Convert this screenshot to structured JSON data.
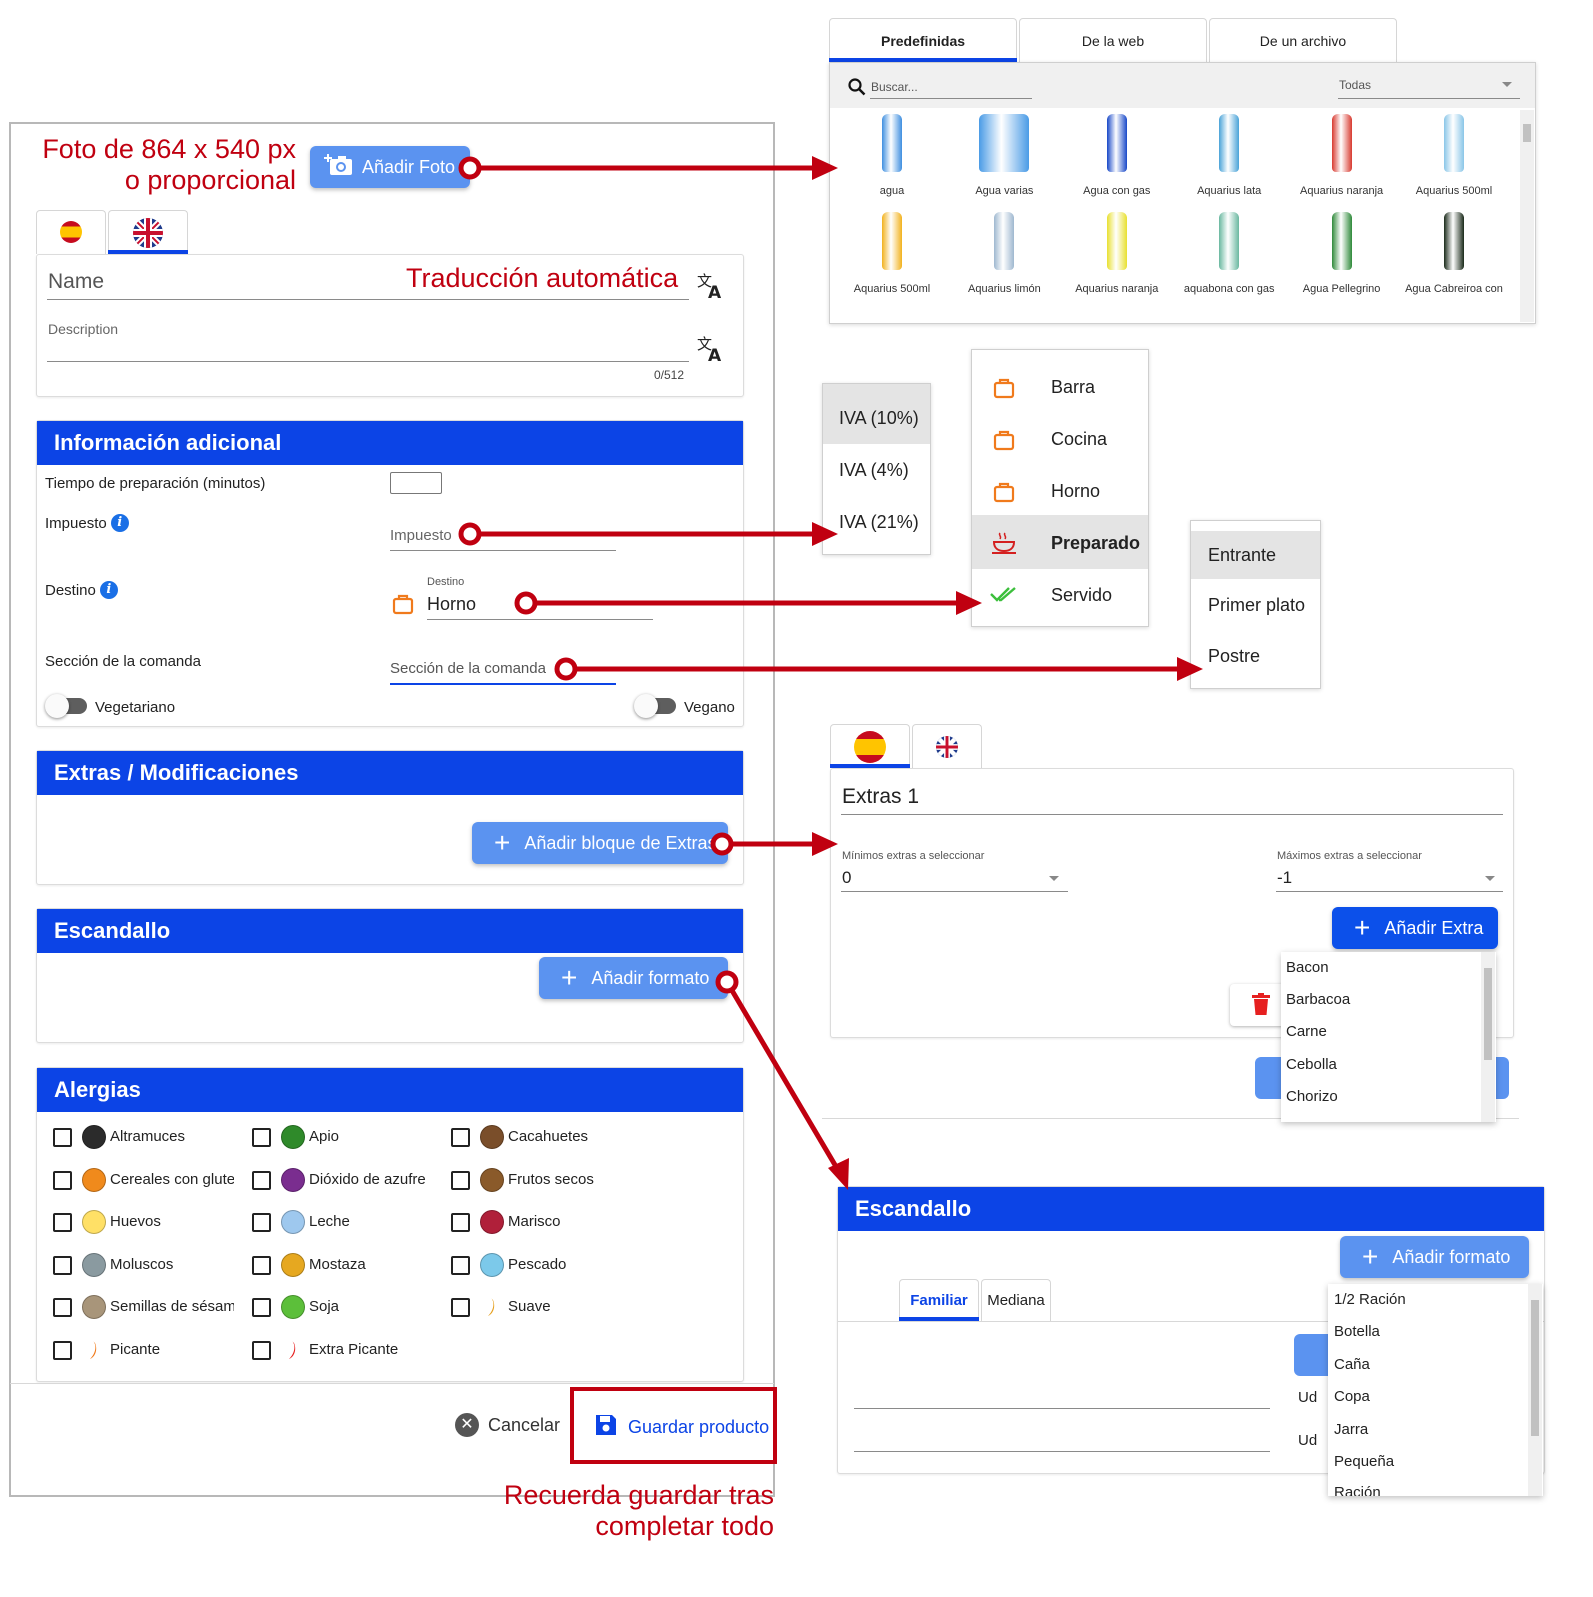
{
  "annotations": {
    "photo_line1": "Foto de 864 x 540 px",
    "photo_line2": "o proporcional",
    "auto_translate": "Traducción automática",
    "save_reminder_1": "Recuerda guardar tras",
    "save_reminder_2": "completar todo"
  },
  "colors": {
    "primary": "#0c44e6",
    "button": "#5b93f0",
    "annotation": "#c00010",
    "arrow": "#c00010"
  },
  "product_form": {
    "add_photo_label": "Añadir Foto",
    "name_placeholder": "Name",
    "description_placeholder": "Description",
    "char_count": "0/512",
    "info_section": {
      "title": "Información adicional",
      "prep_time_label": "Tiempo de preparación (minutos)",
      "tax_label": "Impuesto",
      "tax_placeholder": "Impuesto",
      "destination_label": "Destino",
      "destination_float": "Destino",
      "destination_value": "Horno",
      "order_section_label": "Sección de la comanda",
      "order_section_placeholder": "Sección de la comanda",
      "vegetarian_label": "Vegetariano",
      "vegan_label": "Vegano"
    },
    "extras_section": {
      "title": "Extras / Modificaciones",
      "add_button": "Añadir bloque de Extras"
    },
    "escandallo_section": {
      "title": "Escandallo",
      "add_button": "Añadir formato"
    },
    "allergens_section": {
      "title": "Alergias",
      "items": [
        {
          "label": "Altramuces",
          "color": "#2b2b2b"
        },
        {
          "label": "Apio",
          "color": "#2f8a2a"
        },
        {
          "label": "Cacahuetes",
          "color": "#7a4e2a"
        },
        {
          "label": "Cereales con glute",
          "color": "#f08a1c"
        },
        {
          "label": "Dióxido de azufre",
          "color": "#7a2d8f"
        },
        {
          "label": "Frutos secos",
          "color": "#8a5a2a"
        },
        {
          "label": "Huevos",
          "color": "#ffe066"
        },
        {
          "label": "Leche",
          "color": "#9ec8ee"
        },
        {
          "label": "Marisco",
          "color": "#b0203a"
        },
        {
          "label": "Moluscos",
          "color": "#8a9aa0"
        },
        {
          "label": "Mostaza",
          "color": "#e6a820"
        },
        {
          "label": "Pescado",
          "color": "#7cc9ea"
        },
        {
          "label": "Semillas de sésam",
          "color": "#a8957a"
        },
        {
          "label": "Soja",
          "color": "#5cbf3a"
        },
        {
          "label": "Suave",
          "color": "#e6a020"
        },
        {
          "label": "Picante",
          "color": "#f07a1c"
        },
        {
          "label": "Extra Picante",
          "color": "#e62020"
        }
      ]
    },
    "cancel_label": "Cancelar",
    "save_label": "Guardar producto"
  },
  "image_picker": {
    "tabs": [
      "Predefinidas",
      "De la web",
      "De un archivo"
    ],
    "search_placeholder": "Buscar...",
    "filter_value": "Todas",
    "products": [
      "agua",
      "Agua varias",
      "Agua con gas",
      "Aquarius lata",
      "Aquarius naranja",
      "Aquarius 500ml",
      "Aquarius 500ml",
      "Aquarius limón",
      "Aquarius naranja",
      "aquabona con gas",
      "Agua Pellegrino",
      "Agua Cabreiroa con"
    ]
  },
  "tax_menu": [
    "IVA (10%)",
    "IVA (4%)",
    "IVA (21%)"
  ],
  "destination_menu": [
    "Barra",
    "Cocina",
    "Horno",
    "Preparado",
    "Servido"
  ],
  "section_menu": [
    "Entrante",
    "Primer plato",
    "Postre"
  ],
  "extras_editor": {
    "title": "Extras 1",
    "min_label": "Mínimos extras a seleccionar",
    "min_value": "0",
    "max_label": "Máximos extras a seleccionar",
    "max_value": "-1",
    "add_extra": "Añadir Extra",
    "options": [
      "Bacon",
      "Barbacoa",
      "Carne",
      "Cebolla",
      "Chorizo"
    ]
  },
  "escandallo_editor": {
    "title": "Escandallo",
    "add_button": "Añadir formato",
    "tabs": [
      "Familiar",
      "Mediana"
    ],
    "unit_1": "Ud",
    "unit_2": "Ud",
    "options": [
      "1/2 Ración",
      "Botella",
      "Caña",
      "Copa",
      "Jarra",
      "Pequeña",
      "Ración"
    ]
  }
}
